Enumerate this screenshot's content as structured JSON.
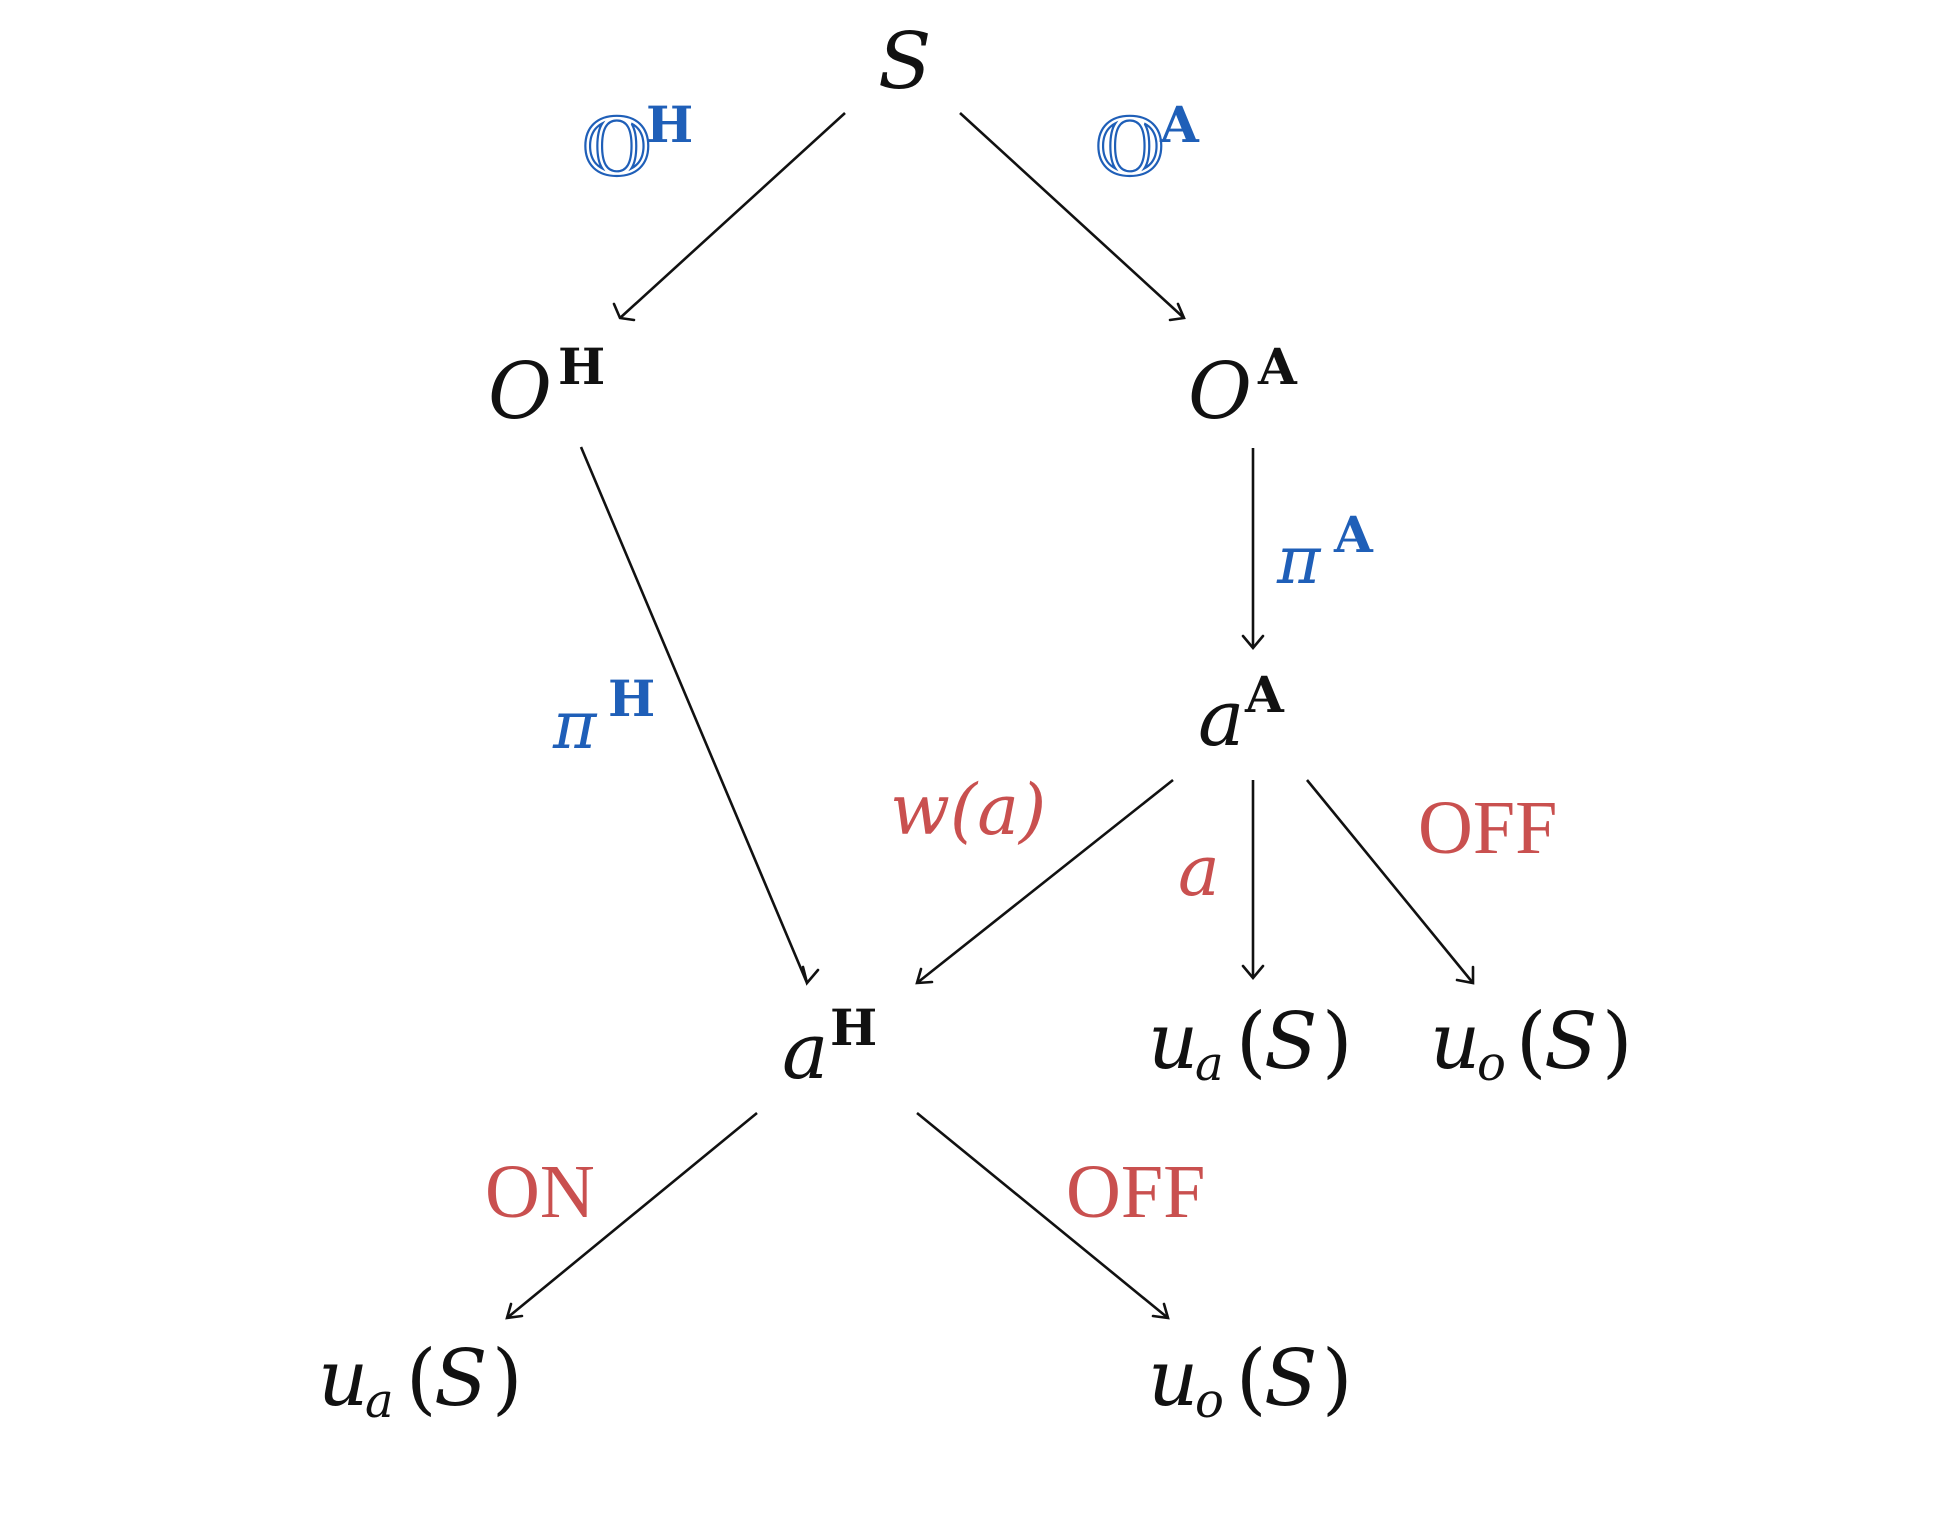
{
  "nodes": {
    "s": {
      "main": "S"
    },
    "o_h": {
      "main": "O",
      "sup": "H"
    },
    "o_a": {
      "main": "O",
      "sup": "A"
    },
    "a_a": {
      "main": "a",
      "sup": "A"
    },
    "a_h": {
      "main": "a",
      "sup": "H"
    },
    "u_a_right": {
      "main": "u",
      "sub": "a",
      "open": "(",
      "arg": "S",
      "close": ")"
    },
    "u_o_right": {
      "main": "u",
      "sub": "o",
      "open": "(",
      "arg": "S",
      "close": ")"
    },
    "u_a_bottom": {
      "main": "u",
      "sub": "a",
      "open": "(",
      "arg": "S",
      "close": ")"
    },
    "u_o_bottom": {
      "main": "u",
      "sub": "o",
      "open": "(",
      "arg": "S",
      "close": ")"
    }
  },
  "edge_labels": {
    "obs_h": {
      "main": "𝕆",
      "sup": "H"
    },
    "obs_a": {
      "main": "𝕆",
      "sup": "A"
    },
    "pi_a": {
      "main": "π",
      "sup": "A"
    },
    "pi_h": {
      "main": "π",
      "sup": "H"
    },
    "w_a": "w(a)",
    "a": "a",
    "off_right": "OFF",
    "on": "ON",
    "off_bottom": "OFF"
  },
  "colors": {
    "policy_label": "#1f5fb8",
    "action_label": "#c9504f",
    "node_text": "#111111"
  }
}
